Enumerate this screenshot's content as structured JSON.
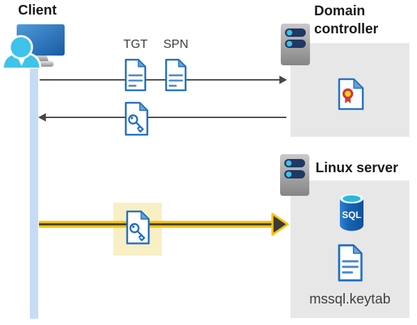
{
  "client": {
    "title": "Client"
  },
  "tickets": {
    "tgt_label": "TGT",
    "spn_label": "SPN"
  },
  "domain_controller": {
    "title": "Domain controller"
  },
  "linux_server": {
    "title": "Linux server",
    "sql_label": "SQL",
    "keytab_label": "mssql.keytab"
  },
  "colors": {
    "doc_blue": "#1e6ec0",
    "doc_fold_blue": "#66a1d9",
    "doc_line_blue": "#4e8bcc",
    "panel_gray": "#e7e7e7",
    "lifeline_blue": "#c5dcf7",
    "arrow_gray": "#474747",
    "arrow_yellow": "#fdc500",
    "arrow_dark": "#3a3a3a",
    "highlight_yellow": "#f9efc4",
    "server_navy": "#1f3864",
    "server_led_cyan": "#41c0e8",
    "user_cyan": "#3fc3ea",
    "monitor_blue_top": "#4e9bd8",
    "monitor_blue_bottom": "#1a5aa5",
    "sql_body_blue": "#1765b5",
    "sql_top_cyan": "#29b7dd",
    "seal_yellow": "#ffd216",
    "seal_red": "#cf3a3a",
    "title_black": "#1b1b1b"
  }
}
